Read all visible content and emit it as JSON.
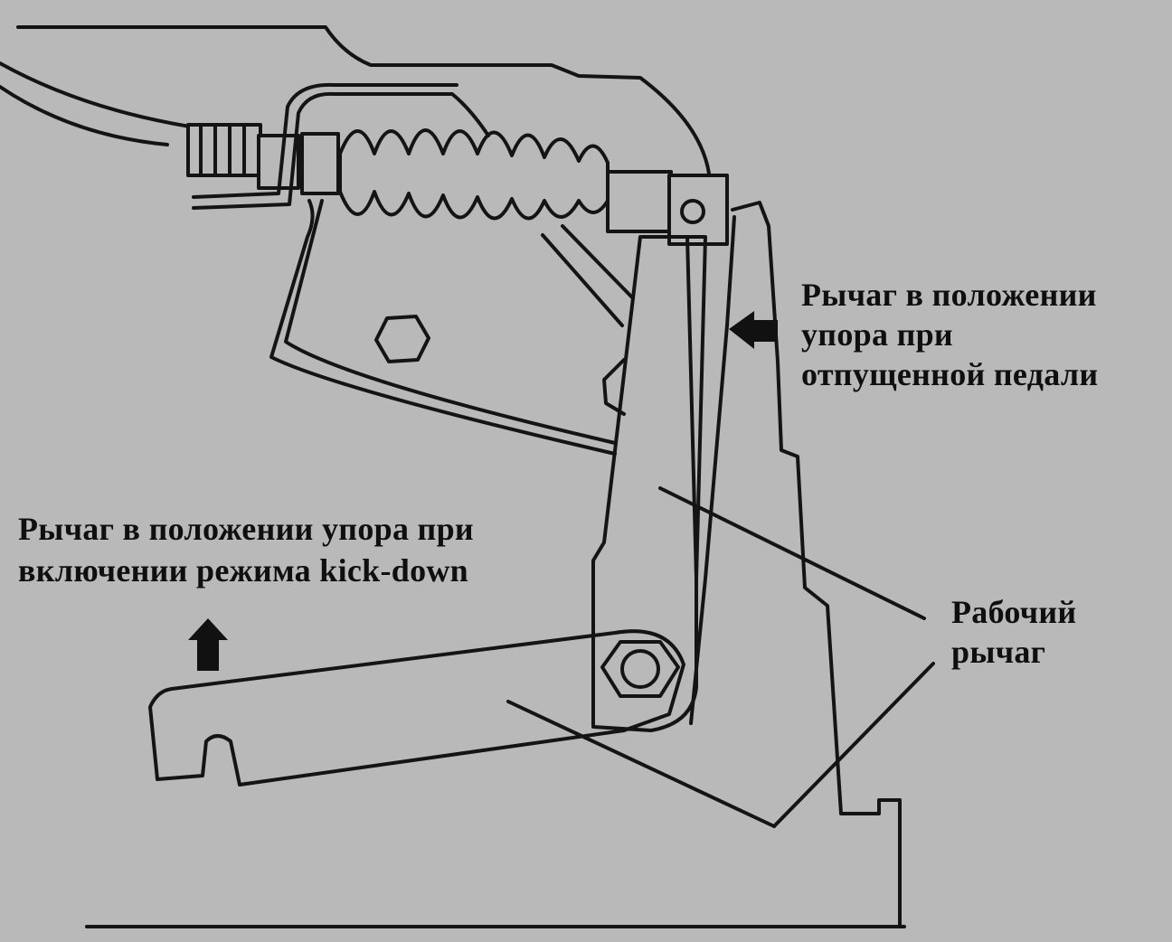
{
  "colors": {
    "background": "#b9b9b9",
    "ink": "#141414"
  },
  "labels": {
    "released_stop": [
      "Рычаг в положении",
      "упора при",
      "отпущенной педали"
    ],
    "kickdown_stop": [
      "Рычаг в положении упора при",
      "включении режима kick-down"
    ],
    "working_lever": [
      "Рабочий",
      "рычаг"
    ]
  },
  "icons": {
    "released_arrow": "arrow-left-icon",
    "kickdown_arrow": "arrow-up-icon"
  }
}
